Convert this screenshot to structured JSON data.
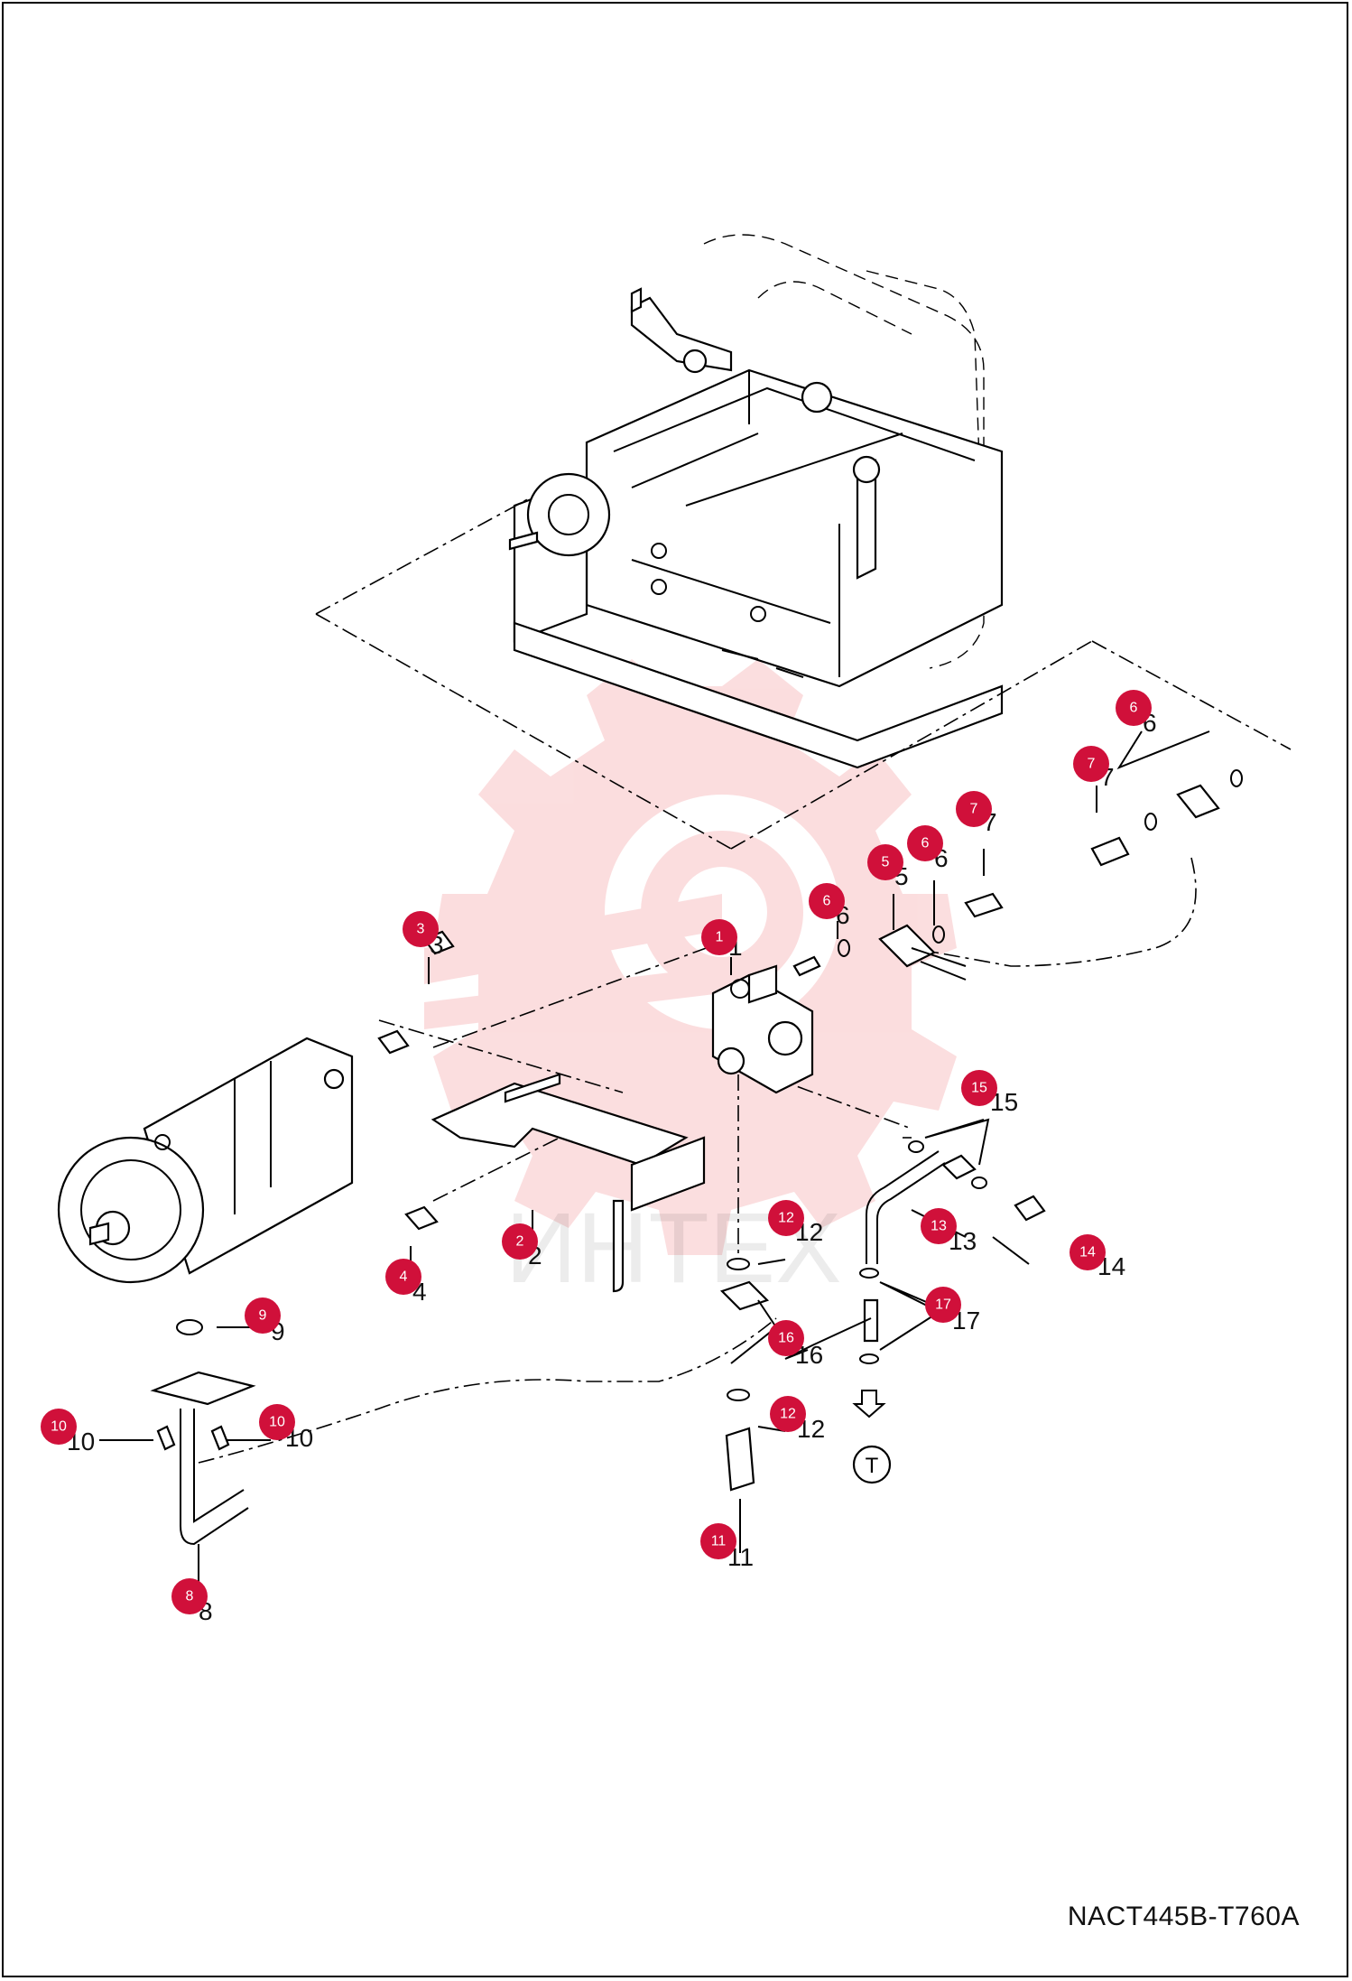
{
  "drawing_code": "NACT445B-T760A",
  "watermark_text": "ИНТЕХ",
  "tank_symbol": "T",
  "colors": {
    "marker": "#d0103a",
    "watermark": "#e8333a"
  },
  "callouts": [
    {
      "id": "1",
      "marker": "1",
      "text": "1"
    },
    {
      "id": "2",
      "marker": "2",
      "text": "2"
    },
    {
      "id": "3",
      "marker": "3",
      "text": "3"
    },
    {
      "id": "4",
      "marker": "4",
      "text": "4"
    },
    {
      "id": "5",
      "marker": "5",
      "text": "5"
    },
    {
      "id": "6a",
      "marker": "6",
      "text": "6"
    },
    {
      "id": "6b",
      "marker": "6",
      "text": "6"
    },
    {
      "id": "6c",
      "marker": "6",
      "text": "6"
    },
    {
      "id": "7a",
      "marker": "7",
      "text": "7"
    },
    {
      "id": "7b",
      "marker": "7",
      "text": "7"
    },
    {
      "id": "8",
      "marker": "8",
      "text": "8"
    },
    {
      "id": "9",
      "marker": "9",
      "text": "9"
    },
    {
      "id": "10a",
      "marker": "10",
      "text": "10"
    },
    {
      "id": "10b",
      "marker": "10",
      "text": "10"
    },
    {
      "id": "11",
      "marker": "11",
      "text": "11"
    },
    {
      "id": "12a",
      "marker": "12",
      "text": "12"
    },
    {
      "id": "12b",
      "marker": "12",
      "text": "12"
    },
    {
      "id": "13",
      "marker": "13",
      "text": "13"
    },
    {
      "id": "14",
      "marker": "14",
      "text": "14"
    },
    {
      "id": "15",
      "marker": "15",
      "text": "15"
    },
    {
      "id": "16",
      "marker": "16",
      "text": "16"
    },
    {
      "id": "17",
      "marker": "17",
      "text": "17"
    }
  ]
}
